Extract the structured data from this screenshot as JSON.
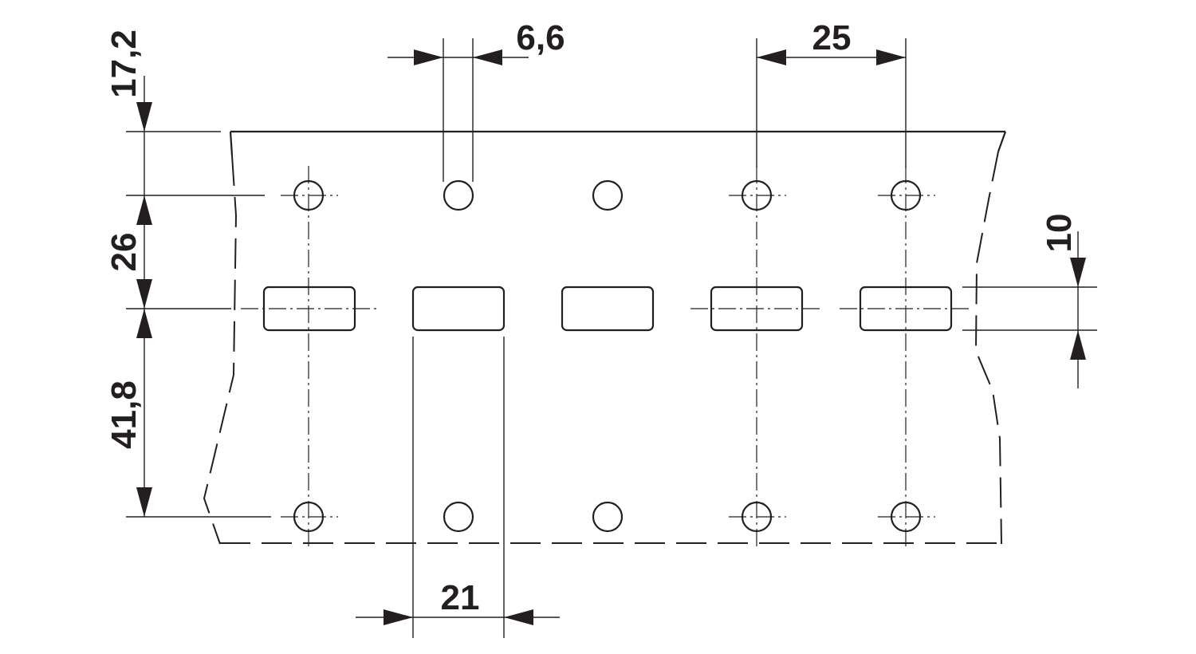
{
  "dimensions": {
    "top_offset": "17,2",
    "hole_spacing": "6,6",
    "pitch": "25",
    "hole_to_slot": "26",
    "slot_to_hole": "41,8",
    "slot_height": "10",
    "slot_width": "21"
  }
}
